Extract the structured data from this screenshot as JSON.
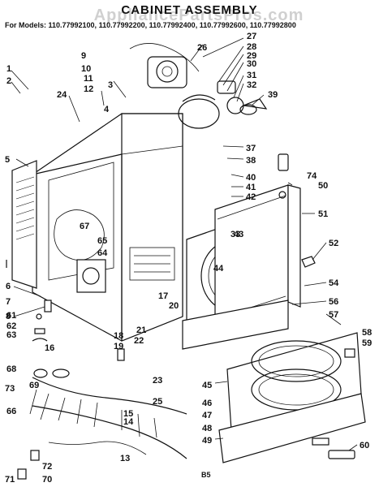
{
  "title": "CABINET ASSEMBLY",
  "models_line": "For Models: 110.77992100, 110.77992200, 110.77992400, 110.77992600, 110.77992800",
  "watermark": "AppliancePartsPros.com",
  "page_code": "B5",
  "callouts": [
    "1",
    "2",
    "3",
    "4",
    "5",
    "6",
    "7",
    "8",
    "9",
    "10",
    "11",
    "12",
    "13",
    "14",
    "15",
    "16",
    "17",
    "18",
    "19",
    "20",
    "21",
    "22",
    "23",
    "24",
    "25",
    "26",
    "27",
    "28",
    "29",
    "30",
    "31",
    "32",
    "33",
    "37",
    "38",
    "39",
    "40",
    "41",
    "42",
    "43",
    "44",
    "45",
    "46",
    "47",
    "48",
    "49",
    "50",
    "51",
    "52",
    "54",
    "56",
    "57",
    "58",
    "59",
    "60",
    "61",
    "62",
    "63",
    "64",
    "65",
    "66",
    "67",
    "68",
    "69",
    "70",
    "71",
    "72",
    "73",
    "74"
  ]
}
